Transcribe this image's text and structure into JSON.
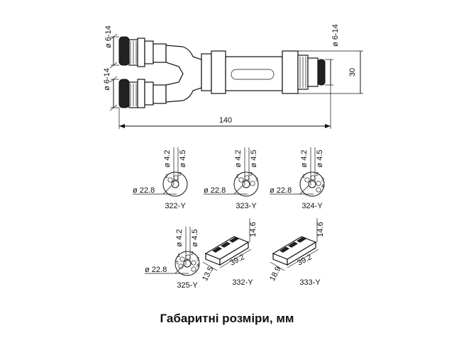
{
  "main_drawing": {
    "dia_top_left": "ø 6-14",
    "dia_bottom_left": "ø 6-14",
    "dia_right": "ø 6-14",
    "height": "30",
    "length": "140"
  },
  "pin_layouts": [
    {
      "model": "322-Y",
      "d_small": "ø 4.2",
      "d_large": "ø 4.5",
      "d_outer": "ø 22.8",
      "pins": [
        "1",
        "2"
      ]
    },
    {
      "model": "323-Y",
      "d_small": "ø 4.2",
      "d_large": "ø 4.5",
      "d_outer": "ø 22.8",
      "pins": [
        "1",
        "2",
        "3"
      ]
    },
    {
      "model": "324-Y",
      "d_small": "ø 4.2",
      "d_large": "ø 4.5",
      "d_outer": "ø 22.8",
      "pins": [
        "1",
        "2",
        "3",
        "4"
      ]
    },
    {
      "model": "325-Y",
      "d_small": "ø 4.2",
      "d_large": "ø 4.5",
      "d_outer": "ø 22.8",
      "pins": [
        "1",
        "2",
        "3",
        "4",
        "5"
      ]
    }
  ],
  "terminal_blocks": [
    {
      "model": "332-Y",
      "height": "14.6",
      "length": "39.2",
      "width": "13.5"
    },
    {
      "model": "333-Y",
      "height": "14.6",
      "length": "39.2",
      "width": "18.9"
    }
  ],
  "caption": "Габаритні розміри, мм"
}
